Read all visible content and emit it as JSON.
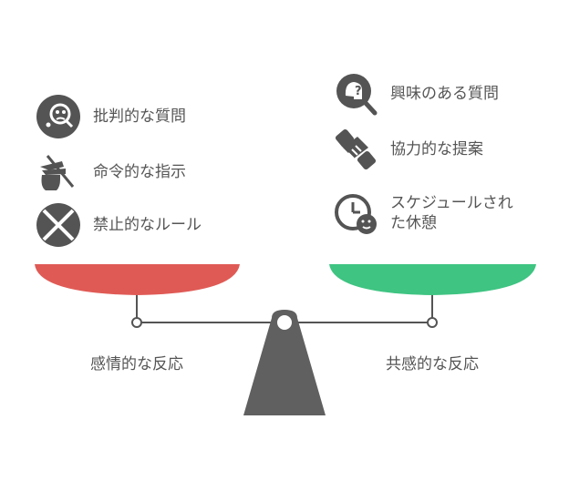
{
  "left": {
    "label": "感情的な反応",
    "items": [
      {
        "text": "批判的な質問",
        "icon": "critical-face-icon"
      },
      {
        "text": "命令的な指示",
        "icon": "pointing-hand-icon"
      },
      {
        "text": "禁止的なルール",
        "icon": "prohibited-x-icon"
      }
    ],
    "pan_color": "#e05a55"
  },
  "right": {
    "label": "共感的な反応",
    "items": [
      {
        "text": "興味のある質問",
        "icon": "curious-question-icon"
      },
      {
        "text": "協力的な提案",
        "icon": "handshake-icon"
      },
      {
        "text": "スケジュールされた休憩",
        "icon": "clock-break-icon"
      }
    ],
    "pan_color": "#3fc482"
  },
  "colors": {
    "dark": "#545454",
    "text": "#555555"
  }
}
